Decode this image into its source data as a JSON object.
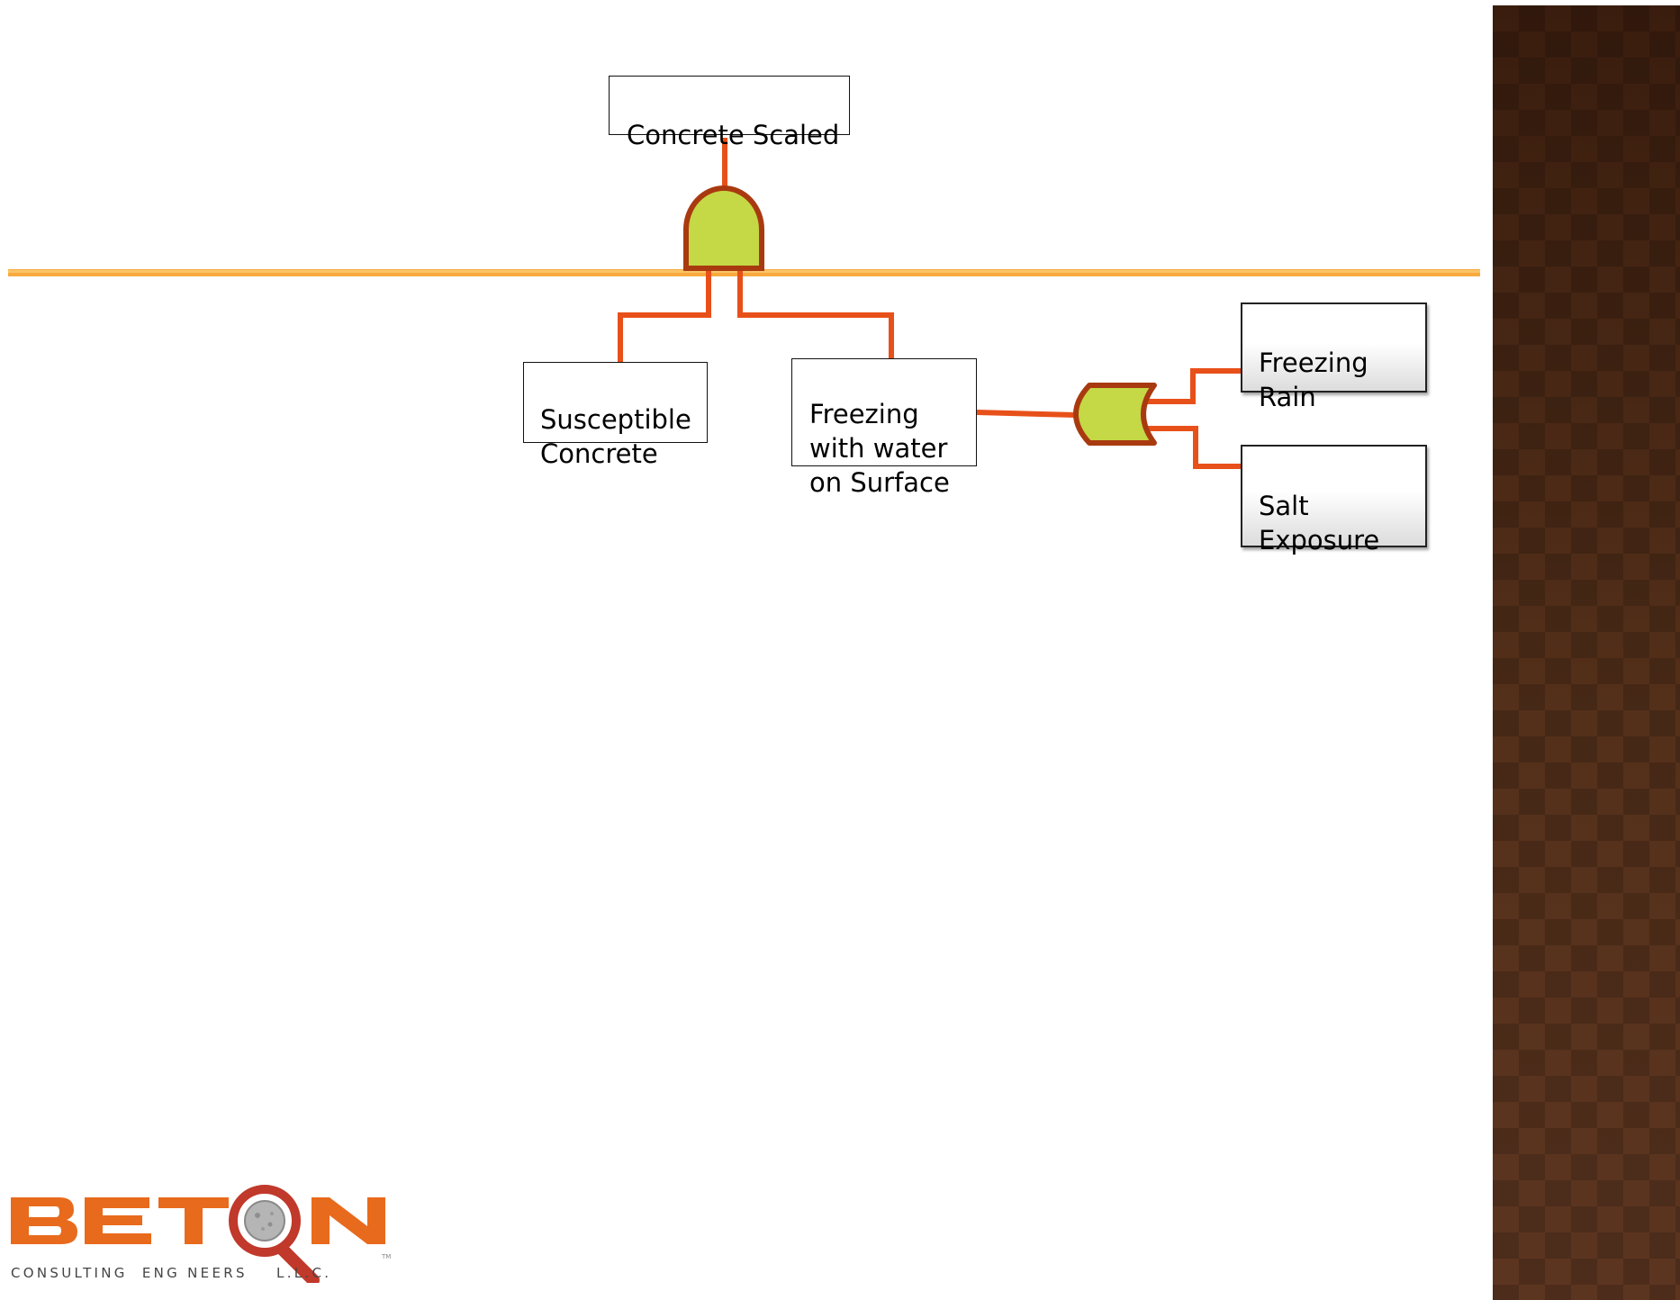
{
  "diagram": {
    "top_event": "Concrete Scaled",
    "and_gate": "AND",
    "or_gate": "OR",
    "inputs": {
      "susceptible": "Susceptible\nConcrete",
      "freezing_water": "Freezing\nwith water\non Surface"
    },
    "or_inputs": {
      "freezing_rain": "Freezing\nRain",
      "salt": "Salt\nExposure"
    }
  },
  "colors": {
    "wire": "#e8501a",
    "gate_fill": "#c5d845",
    "gate_stroke": "#a93a10",
    "divider": "#f7a12a",
    "side_band": "#4a2613",
    "logo_orange": "#e86a1c",
    "logo_red": "#c0392b"
  },
  "logo": {
    "name": "BETON",
    "tagline": "CONSULTING  ENG NEERS    L.L.C.",
    "tm": "TM"
  }
}
